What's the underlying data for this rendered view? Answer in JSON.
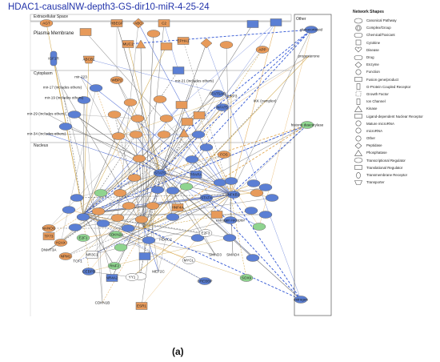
{
  "title": "HDAC1-causalNW-depth3-GS-dir10-miR-4-25-24",
  "compartments": {
    "extracellular": "Extracellular Space",
    "plasma_membrane": "Plasma Membrane",
    "cytoplasm": "Cytoplasm",
    "nucleus": "Nucleus",
    "other": "Other"
  },
  "legend": {
    "title": "Network Shapes",
    "items": [
      {
        "label": "Canonical Pathway",
        "icon": "oval-outline"
      },
      {
        "label": "Complex/Group",
        "icon": "double-circle-outline"
      },
      {
        "label": "Chemical/Toxicant",
        "icon": "pill-outline"
      },
      {
        "label": "Cytokine",
        "icon": "square-outline"
      },
      {
        "label": "Disease",
        "icon": "heart-outline"
      },
      {
        "label": "Drug",
        "icon": "capsule-outline"
      },
      {
        "label": "Enzyme",
        "icon": "diamond-outline"
      },
      {
        "label": "Function",
        "icon": "circle-outline"
      },
      {
        "label": "Fusion gene/product",
        "icon": "rectangle-outline"
      },
      {
        "label": "G-Protein Coupled Receptor",
        "icon": "tall-rect-outline"
      },
      {
        "label": "Growth Factor",
        "icon": "dashed-square-outline"
      },
      {
        "label": "Ion Channel",
        "icon": "tall-rect-outline"
      },
      {
        "label": "Kinase",
        "icon": "triangle-outline"
      },
      {
        "label": "Ligand-dependent Nuclear Receptor",
        "icon": "rect-outline"
      },
      {
        "label": "Mature microRNA",
        "icon": "circle-outline"
      },
      {
        "label": "microRNA",
        "icon": "circle-outline"
      },
      {
        "label": "Other",
        "icon": "circle-outline"
      },
      {
        "label": "Peptidase",
        "icon": "diamond-outline"
      },
      {
        "label": "Phosphatase",
        "icon": "triangle-outline"
      },
      {
        "label": "Transcriptional Regulator",
        "icon": "oval-outline"
      },
      {
        "label": "Translational Regulator",
        "icon": "rect-outline"
      },
      {
        "label": "Transmembrane Receptor",
        "icon": "oval-tall-outline"
      },
      {
        "label": "Transporter",
        "icon": "trapezoid-outline"
      }
    ]
  },
  "nodes": [
    {
      "label": "AGT",
      "color": "#e79a5a"
    },
    {
      "label": "HBEGF",
      "color": "#e79a5a"
    },
    {
      "label": "ABO",
      "color": "#e79a5a"
    },
    {
      "label": "C2",
      "color": "#e79a5a"
    },
    {
      "label": "ABCB1",
      "color": "#e79a5a"
    },
    {
      "label": "MUC1",
      "color": "#e79a5a"
    },
    {
      "label": "EPHA1",
      "color": "#e79a5a"
    },
    {
      "label": "APP",
      "color": "#e79a5a"
    },
    {
      "label": "IGF1R",
      "color": "#5b7fd4"
    },
    {
      "label": "WBP2",
      "color": "#e79a5a"
    },
    {
      "label": "mir-223",
      "color": "#ffffff"
    },
    {
      "label": "mir-17 (includes others)",
      "color": "#ffffff"
    },
    {
      "label": "mir-19 (includes others)",
      "color": "#ffffff"
    },
    {
      "label": "mir-29 (includes others)",
      "color": "#ffffff"
    },
    {
      "label": "mir-34 (includes others)",
      "color": "#ffffff"
    },
    {
      "label": "mir-21 (includes others)",
      "color": "#ffffff"
    },
    {
      "label": "STAT5A/B",
      "color": "#5b7fd4"
    },
    {
      "label": "NFAT5",
      "color": "#5b7fd4"
    },
    {
      "label": "NLRP3",
      "color": "#5b7fd4"
    },
    {
      "label": "IKK (complex)",
      "color": "#5b7fd4"
    },
    {
      "label": "FOS",
      "color": "#e79a5a"
    },
    {
      "label": "STAT5",
      "color": "#5b7fd4"
    },
    {
      "label": "PPARA",
      "color": "#5b7fd4"
    },
    {
      "label": "STAT4",
      "color": "#5b7fd4"
    },
    {
      "label": "NFKB1",
      "color": "#5b7fd4"
    },
    {
      "label": "HNF4A",
      "color": "#e79a5a"
    },
    {
      "label": "estrogen receptor",
      "color": "#5b7fd4"
    },
    {
      "label": "NANOG",
      "color": "#e79a5a"
    },
    {
      "label": "E2F3",
      "color": "#ffffff"
    },
    {
      "label": "DNMT3A",
      "color": "#e79a5a"
    },
    {
      "label": "TCF1",
      "color": "#ffffff"
    },
    {
      "label": "NR3C1",
      "color": "#ffffff"
    },
    {
      "label": "RNF2",
      "color": "#8fd48f"
    },
    {
      "label": "NR4A2",
      "color": "#5b7fd4"
    },
    {
      "label": "YY1",
      "color": "#ffffff"
    },
    {
      "label": "HDAC2",
      "color": "#ffffff"
    },
    {
      "label": "MYCL",
      "color": "#ffffff"
    },
    {
      "label": "SMAD3",
      "color": "#ffffff"
    },
    {
      "label": "SMAD4",
      "color": "#ffffff"
    },
    {
      "label": "MEF2C",
      "color": "#ffffff"
    },
    {
      "label": "CREBBP",
      "color": "#5b7fd4"
    },
    {
      "label": "ESR1",
      "color": "#e79a5a"
    },
    {
      "label": "SOX9",
      "color": "#8fd48f"
    },
    {
      "label": "CDKN1B",
      "color": "#ffffff"
    },
    {
      "label": "TP73",
      "color": "#e79a5a"
    },
    {
      "label": "H2AX",
      "color": "#e79a5a"
    },
    {
      "label": "NPM1",
      "color": "#e79a5a"
    },
    {
      "label": "E2F1",
      "color": "#8fd48f"
    },
    {
      "label": "CEBPB",
      "color": "#5b7fd4"
    },
    {
      "label": "CDKN2A",
      "color": "#8fd48f"
    },
    {
      "label": "glucocorticoid",
      "color": "#5b7fd4"
    },
    {
      "label": "progesterone",
      "color": "#ffffff"
    },
    {
      "label": "histone deacetylase",
      "color": "#8fd48f"
    },
    {
      "label": "estrogen",
      "color": "#5b7fd4"
    }
  ],
  "caption": "(a)"
}
